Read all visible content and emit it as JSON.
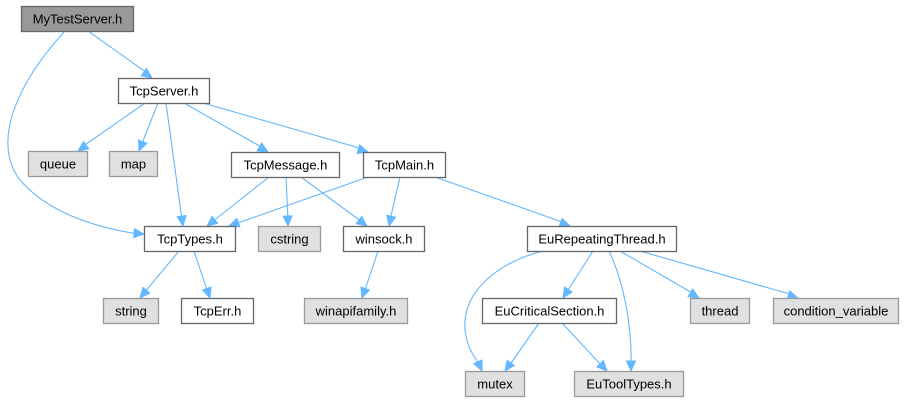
{
  "diagram": {
    "title": "MyTestServer.h include dependency graph",
    "colors": {
      "edge": "#63b8ff",
      "root_fill": "#999999",
      "root_border": "#666666",
      "project_fill": "#ffffff",
      "project_border": "#666666",
      "system_fill": "#e0e0e0",
      "system_border": "#999999"
    },
    "nodes": [
      {
        "id": "MyTestServer",
        "label": "MyTestServer.h",
        "kind": "root"
      },
      {
        "id": "TcpServer",
        "label": "TcpServer.h",
        "kind": "project"
      },
      {
        "id": "queue",
        "label": "queue",
        "kind": "system"
      },
      {
        "id": "map",
        "label": "map",
        "kind": "system"
      },
      {
        "id": "TcpMessage",
        "label": "TcpMessage.h",
        "kind": "project"
      },
      {
        "id": "TcpMain",
        "label": "TcpMain.h",
        "kind": "project"
      },
      {
        "id": "TcpTypes",
        "label": "TcpTypes.h",
        "kind": "project"
      },
      {
        "id": "cstring",
        "label": "cstring",
        "kind": "system"
      },
      {
        "id": "winsock",
        "label": "winsock.h",
        "kind": "project"
      },
      {
        "id": "EuRepeatingThread",
        "label": "EuRepeatingThread.h",
        "kind": "project"
      },
      {
        "id": "string",
        "label": "string",
        "kind": "system"
      },
      {
        "id": "TcpErr",
        "label": "TcpErr.h",
        "kind": "project"
      },
      {
        "id": "winapifamily",
        "label": "winapifamily.h",
        "kind": "system"
      },
      {
        "id": "EuCriticalSection",
        "label": "EuCriticalSection.h",
        "kind": "project"
      },
      {
        "id": "thread",
        "label": "thread",
        "kind": "system"
      },
      {
        "id": "condition_variable",
        "label": "condition_variable",
        "kind": "system"
      },
      {
        "id": "mutex",
        "label": "mutex",
        "kind": "system"
      },
      {
        "id": "EuToolTypes",
        "label": "EuToolTypes.h",
        "kind": "system"
      }
    ],
    "edges": [
      {
        "from": "MyTestServer",
        "to": "TcpServer"
      },
      {
        "from": "MyTestServer",
        "to": "TcpTypes"
      },
      {
        "from": "TcpServer",
        "to": "queue"
      },
      {
        "from": "TcpServer",
        "to": "map"
      },
      {
        "from": "TcpServer",
        "to": "TcpTypes"
      },
      {
        "from": "TcpServer",
        "to": "TcpMessage"
      },
      {
        "from": "TcpServer",
        "to": "TcpMain"
      },
      {
        "from": "TcpMessage",
        "to": "TcpTypes"
      },
      {
        "from": "TcpMessage",
        "to": "cstring"
      },
      {
        "from": "TcpMessage",
        "to": "winsock"
      },
      {
        "from": "TcpMain",
        "to": "TcpTypes"
      },
      {
        "from": "TcpMain",
        "to": "winsock"
      },
      {
        "from": "TcpMain",
        "to": "EuRepeatingThread"
      },
      {
        "from": "TcpTypes",
        "to": "string"
      },
      {
        "from": "TcpTypes",
        "to": "TcpErr"
      },
      {
        "from": "winsock",
        "to": "winapifamily"
      },
      {
        "from": "EuRepeatingThread",
        "to": "mutex"
      },
      {
        "from": "EuRepeatingThread",
        "to": "EuCriticalSection"
      },
      {
        "from": "EuRepeatingThread",
        "to": "EuToolTypes"
      },
      {
        "from": "EuRepeatingThread",
        "to": "thread"
      },
      {
        "from": "EuRepeatingThread",
        "to": "condition_variable"
      },
      {
        "from": "EuCriticalSection",
        "to": "mutex"
      },
      {
        "from": "EuCriticalSection",
        "to": "EuToolTypes"
      }
    ]
  }
}
